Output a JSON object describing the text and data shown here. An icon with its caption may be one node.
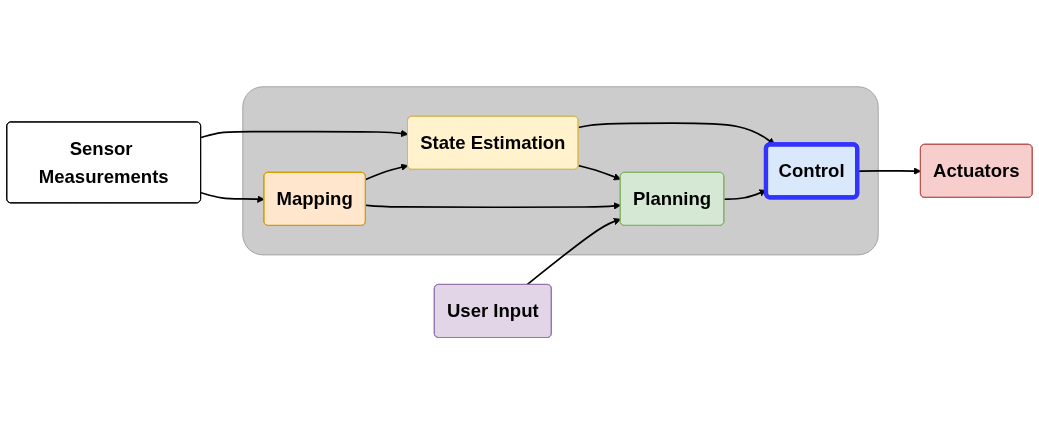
{
  "diagram": {
    "nodes": [
      {
        "text": [
          "User Input"
        ]
      },
      {
        "text": [],
        "shape": "box"
      },
      {
        "text": [
          "Sensor Measurements"
        ]
      },
      {
        "text": [
          "Mapping"
        ],
        "in": 1
      },
      {
        "text": [
          "Planning"
        ],
        "in": 1
      },
      {
        "text": [
          "State Estimation"
        ],
        "in": 1
      },
      {
        "text": [
          "Control"
        ],
        "in": 1
      },
      {
        "text": [
          "Actuators"
        ]
      }
    ],
    "edges": [
      {
        "from": 2,
        "to": 3,
        "arrow": "to"
      },
      {
        "from": 2,
        "to": 5,
        "arrow": "to"
      },
      {
        "from": 3,
        "to": 4,
        "arrow": "to"
      },
      {
        "from": 3,
        "to": 5,
        "arrow": "to"
      },
      {
        "from": 5,
        "to": 4,
        "arrow": "to"
      },
      {
        "from": 0,
        "to": 4,
        "arrow": "to"
      },
      {
        "from": 4,
        "to": 6,
        "arrow": "to"
      },
      {
        "from": 5,
        "to": 6,
        "arrow": "to"
      },
      {
        "from": 6,
        "to": 7,
        "arrow": "to"
      }
    ]
  }
}
